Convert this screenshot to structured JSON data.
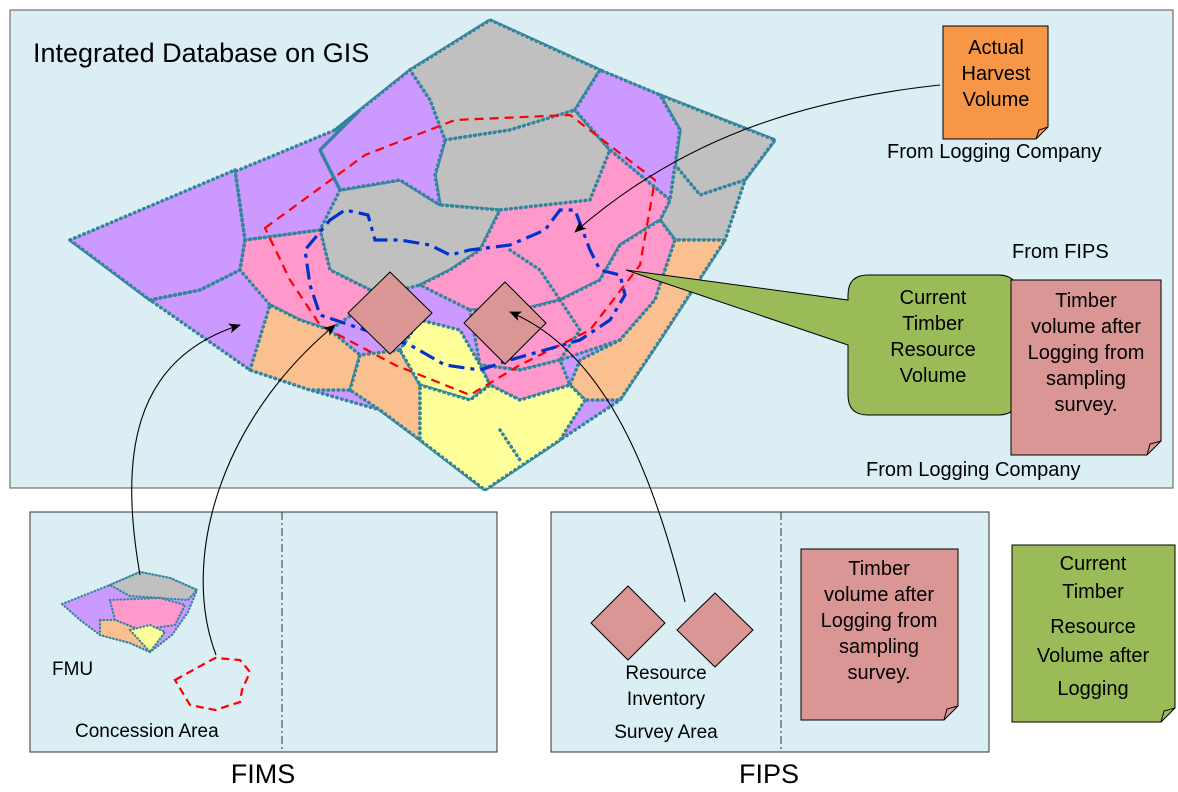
{
  "top_panel": {
    "title": "Integrated Database on GIS"
  },
  "harvest_note": {
    "lines": [
      "Actual",
      "Harvest",
      "Volume"
    ],
    "caption": "From Logging Company",
    "color": "#f79646"
  },
  "fips_source_label": "From FIPS",
  "callout": {
    "lines": [
      "Current",
      "Timber",
      "Resource",
      "Volume"
    ],
    "color": "#9bbb59"
  },
  "logging_note": {
    "lines": [
      "Timber",
      "volume after",
      "Logging from",
      "sampling",
      "survey."
    ],
    "caption": "From Logging Company",
    "color": "#d99694"
  },
  "fims_panel": {
    "caption": "FIMS",
    "fmu_label": "FMU",
    "concession_label": "Concession Area"
  },
  "fips_panel": {
    "caption": "FIPS",
    "survey_lines": [
      "Resource",
      "Inventory",
      "Survey Area"
    ],
    "note_lines": [
      "Timber",
      "volume after",
      "Logging from",
      "sampling",
      "survey."
    ]
  },
  "standalone_note": {
    "lines": [
      "Current",
      "Timber",
      "Resource",
      "Volume after",
      "Logging"
    ],
    "color": "#9bbb59"
  },
  "colors": {
    "panel": "#daeef3",
    "purple": "#cc99ff",
    "gray": "#c0c0c0",
    "pink": "#ff99cc",
    "peach": "#fac090",
    "yellow": "#ffff99",
    "teal_border": "#31859c",
    "red_dash": "#ff0000",
    "blue_dash": "#0033cc",
    "diamond": "#d99694"
  }
}
